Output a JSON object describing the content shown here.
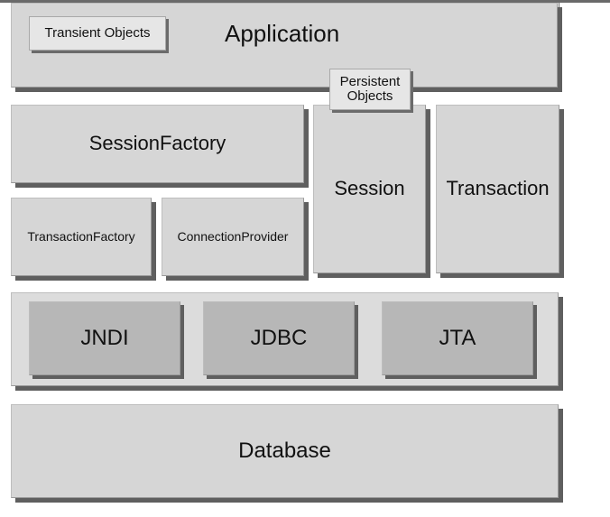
{
  "diagram": {
    "application": {
      "label": "Application",
      "transient_objects": "Transient Objects"
    },
    "persistent_objects": "Persistent\nObjects",
    "session_factory": "SessionFactory",
    "transaction_factory": "TransactionFactory",
    "connection_provider": "ConnectionProvider",
    "session": "Session",
    "transaction": "Transaction",
    "services": [
      "JNDI",
      "JDBC",
      "JTA"
    ],
    "database": "Database"
  }
}
